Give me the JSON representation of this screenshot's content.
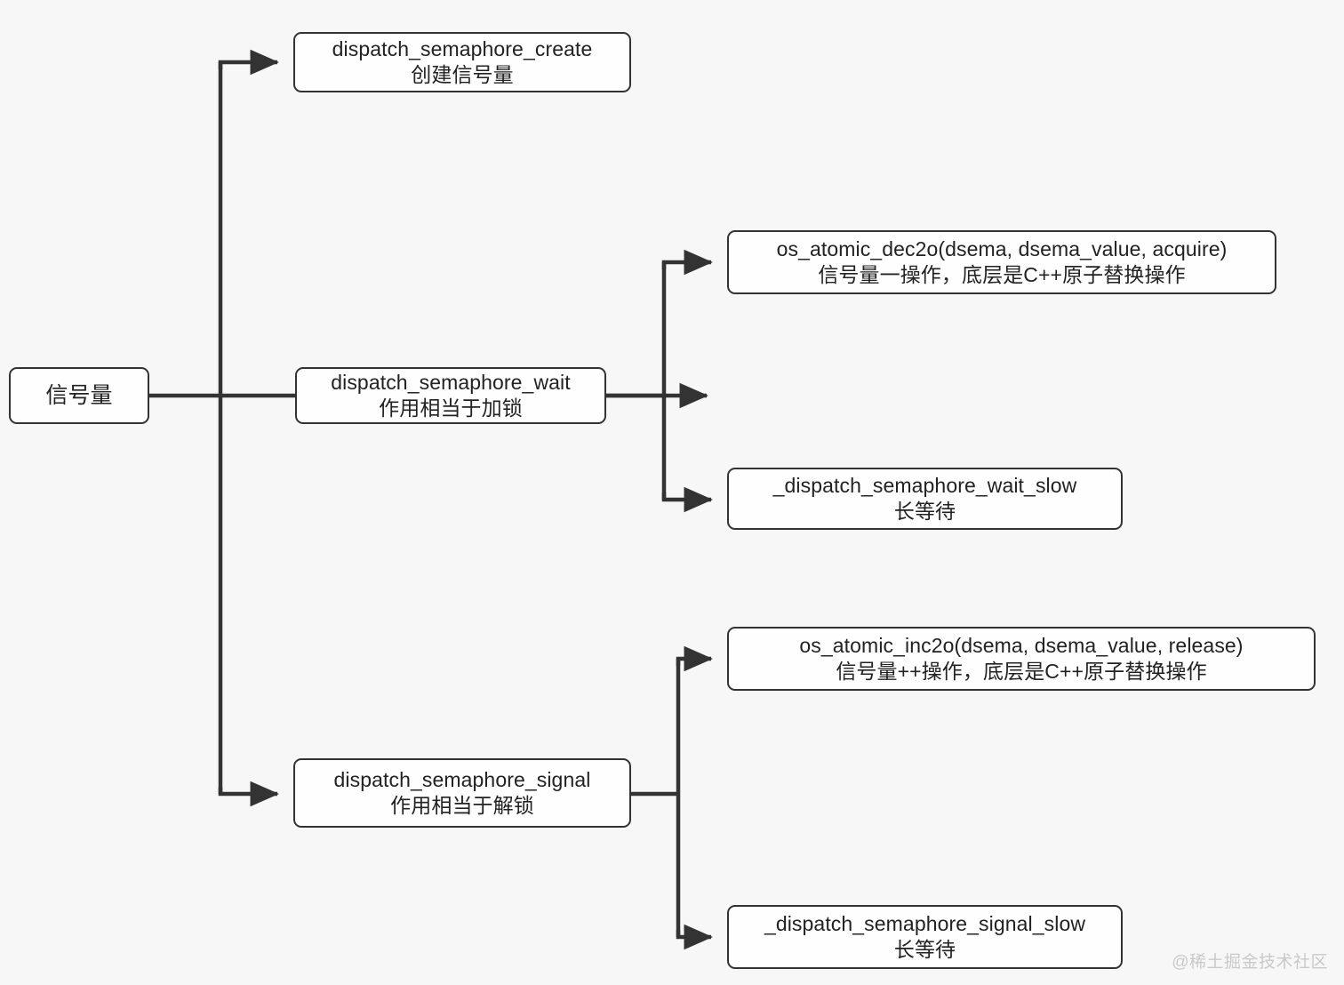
{
  "diagram": {
    "title": "dispatch semaphore flow",
    "background_color": "#f7f7f7",
    "node_fill_color": "#fefefe",
    "node_border_color": "#333333",
    "edge_color": "#333333",
    "root": {
      "line1": "信号量",
      "line2": ""
    },
    "branches": [
      {
        "line1": "dispatch_semaphore_create",
        "line2": "创建信号量"
      },
      {
        "line1": "dispatch_semaphore_wait",
        "line2": "作用相当于加锁"
      },
      {
        "line1": "dispatch_semaphore_signal",
        "line2": "作用相当于解锁"
      }
    ],
    "wait_children": [
      {
        "line1": "os_atomic_dec2o(dsema, dsema_value, acquire)",
        "line2": "信号量一操作，底层是C++原子替换操作"
      },
      {
        "line1": "_dispatch_semaphore_wait_slow",
        "line2": "长等待"
      }
    ],
    "signal_children": [
      {
        "line1": "os_atomic_inc2o(dsema, dsema_value, release)",
        "line2": "信号量++操作，底层是C++原子替换操作"
      },
      {
        "line1": "_dispatch_semaphore_signal_slow",
        "line2": "长等待"
      }
    ]
  },
  "watermark": {
    "text": "@稀土掘金技术社区"
  }
}
